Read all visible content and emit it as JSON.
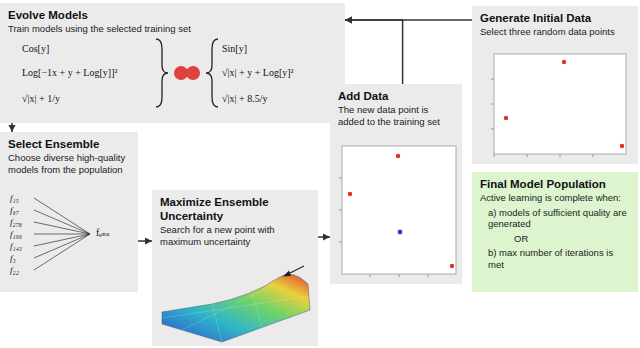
{
  "diagram": {
    "nodes": [
      {
        "text": [
          "Evolve Models",
          "Train models using the selected training set"
        ]
      },
      {
        "text": [
          "Generate Initial Data",
          "Select three random data points"
        ]
      },
      {
        "text": [
          "Add Data",
          "The new data point is added to the training set"
        ]
      },
      {
        "text": [
          "Select Ensemble",
          "Choose diverse high-quality models from the population"
        ]
      },
      {
        "text": [
          "Maximize Ensemble Uncertainty",
          "Search for a new point with maximum uncertainty"
        ]
      },
      {
        "text": [
          "Final Model Population",
          "Active learning is complete when:",
          "a) models of sufficient quality are generated",
          "OR",
          "b) max number of iterations is met"
        ]
      }
    ],
    "edges": [
      {
        "from": 1,
        "to": 0,
        "arrow": "to"
      },
      {
        "from": 2,
        "to": 0,
        "arrow": "to"
      },
      {
        "from": 0,
        "to": 3,
        "arrow": "to"
      },
      {
        "from": 3,
        "to": 4,
        "arrow": "to"
      },
      {
        "from": 4,
        "to": 2,
        "arrow": "to"
      }
    ],
    "labels": [
      "Cos[y]",
      "Log[−1x + y + Log[y]]²",
      "√|x| + 1/y",
      "Sin[y]",
      "√|x| + y + Log[y]²",
      "√|x| + 8.5/y",
      "f₁₅",
      "f₉₇",
      "f₂₇₈",
      "f₁₉₉",
      "f₁₄₃",
      "f₃",
      "f₂₂",
      "fₑₙₛ"
    ]
  }
}
